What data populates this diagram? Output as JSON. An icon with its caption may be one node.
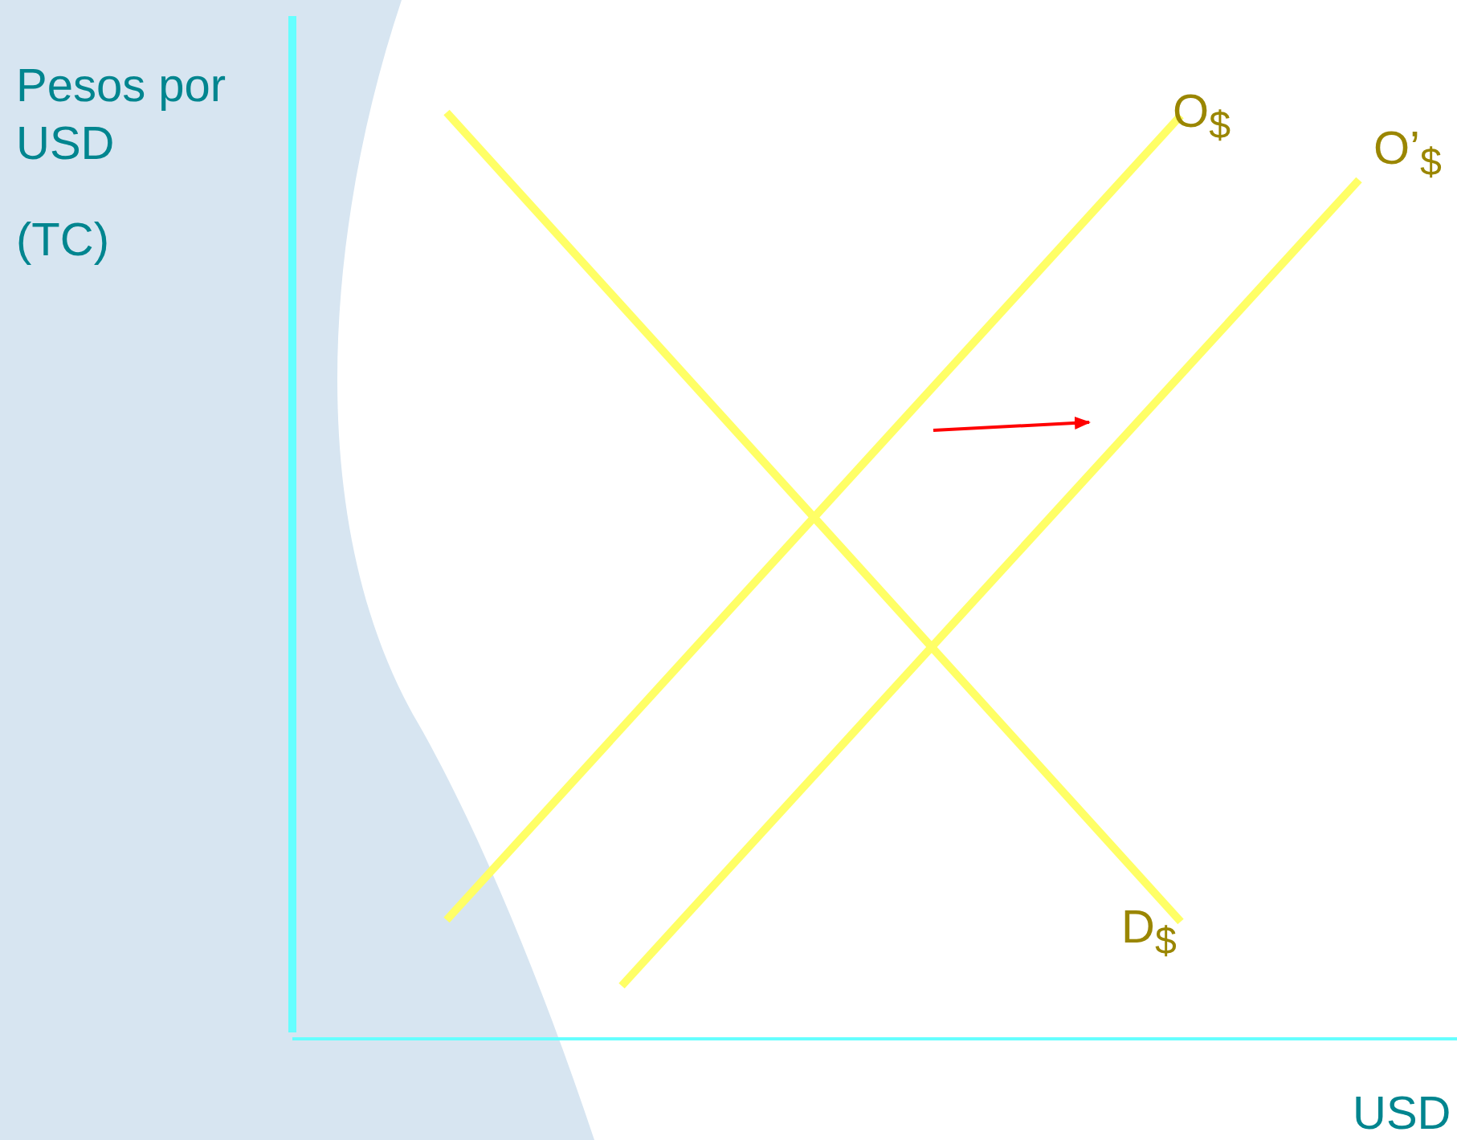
{
  "diagram": {
    "labels": [
      "Pesos por USD",
      "(TC)",
      "O$_{$}$",
      "O’$_{$}$",
      "D$_{$}$",
      "USD"
    ]
  }
}
